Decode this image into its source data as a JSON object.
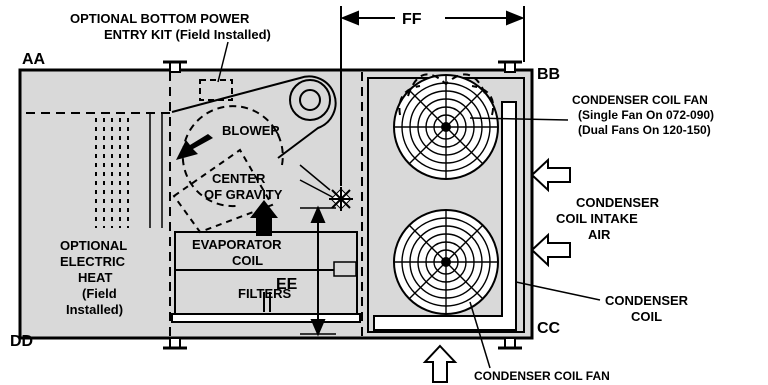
{
  "corners": {
    "aa": "AA",
    "bb": "BB",
    "cc": "CC",
    "dd": "DD"
  },
  "dimensions": {
    "ff": "FF",
    "ee": "EE"
  },
  "labels": {
    "power_entry": [
      "OPTIONAL BOTTOM POWER",
      "ENTRY KIT (Field Installed)"
    ],
    "blower": "BLOWER",
    "center_of_gravity": [
      "CENTER",
      "OF GRAVITY"
    ],
    "electric_heat": [
      "OPTIONAL",
      "ELECTRIC",
      "HEAT",
      "(Field",
      "Installed)"
    ],
    "evaporator_coil": [
      "EVAPORATOR",
      "COIL"
    ],
    "filters": "FILTERS",
    "condenser_fan_top": [
      "CONDENSER COIL FAN",
      "(Single Fan On 072-090)",
      "(Dual Fans On 120-150)"
    ],
    "intake_air": [
      "CONDENSER",
      "COIL INTAKE",
      "AIR"
    ],
    "condenser_coil": [
      "CONDENSER",
      "COIL"
    ],
    "condenser_fan_bottom": "CONDENSER COIL FAN"
  }
}
